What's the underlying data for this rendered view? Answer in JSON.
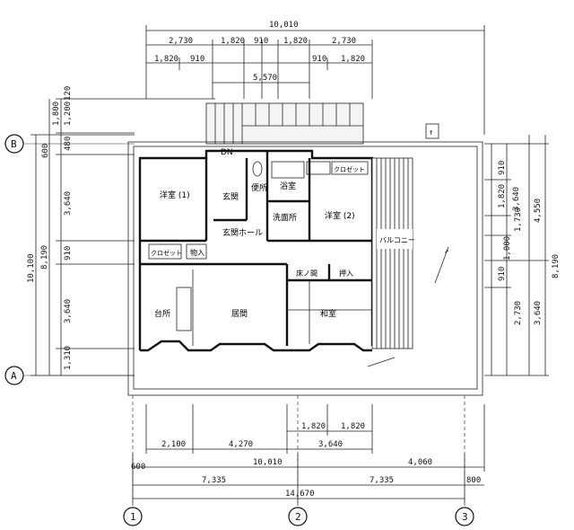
{
  "top_dims": {
    "total": "10,010",
    "row2": [
      "2,730",
      "1,820",
      "910",
      "1,820",
      "2,730"
    ],
    "row3": [
      "1,820",
      "910",
      "910",
      "1,820"
    ],
    "row4": "5,570"
  },
  "left_dims": {
    "outer": "10,100",
    "inner": "8,190",
    "segments": [
      "1,800",
      "480",
      "1,200",
      "120",
      "600",
      "3,640",
      "910",
      "3,640",
      "1,310"
    ]
  },
  "right_dims": {
    "col1": [
      "910",
      "1,820",
      "910"
    ],
    "col2": [
      "3,640",
      "1,730",
      "1,000",
      "2,730"
    ],
    "col3": [
      "4,550",
      "3,640"
    ],
    "col4": "8,190"
  },
  "bottom_dims": {
    "row1": [
      "1,820",
      "1,820"
    ],
    "row2": [
      "2,100",
      "4,270",
      "3,640"
    ],
    "row3": [
      "600",
      "10,010",
      "4,060"
    ],
    "row4": [
      "7,335",
      "7,335",
      "800"
    ],
    "row5": "14,670"
  },
  "grid_bubbles_row": [
    "B",
    "A"
  ],
  "grid_bubbles_col": [
    "1",
    "2",
    "3"
  ],
  "rooms": {
    "youshitsu1": "洋室 (1)",
    "genkan": "玄関",
    "senmen": "便所",
    "yokushitsu": "浴室",
    "datsui": "洗面所",
    "closet_top": "クロゼット",
    "youshitsu2": "洋室 (2)",
    "genkan_hall": "玄関ホール",
    "closet_left": "クロゼット",
    "oshiire_left": "物入",
    "balcony": "バルコニー",
    "tokonoma": "床ノ間",
    "oshiire_right": "押入",
    "daidokoro": "台所",
    "ima": "居間",
    "washitsu": "和室",
    "dn": "DN"
  }
}
